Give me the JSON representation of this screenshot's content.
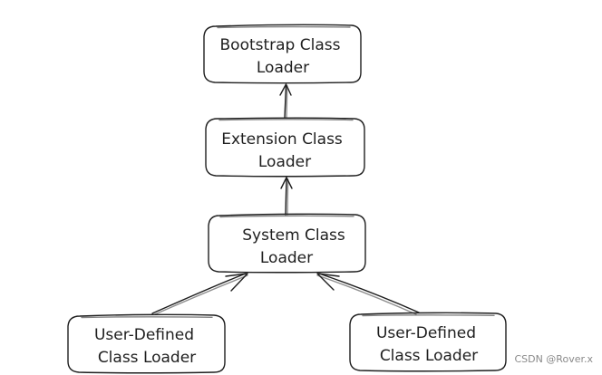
{
  "nodes": {
    "bootstrap": {
      "line1": "Bootstrap Class",
      "line2": "Loader"
    },
    "extension": {
      "line1": "Extension Class",
      "line2": "Loader"
    },
    "system": {
      "line1": "System Class",
      "line2": "Loader"
    },
    "user_left": {
      "line1": "User-Defined",
      "line2": "Class Loader"
    },
    "user_right": {
      "line1": "User-Defined",
      "line2": "Class Loader"
    }
  },
  "watermark": "CSDN @Rover.x",
  "colors": {
    "stroke": "#1e1e1e",
    "text": "#1e1e1e",
    "watermark": "#8a8a8a",
    "background": "#ffffff"
  }
}
